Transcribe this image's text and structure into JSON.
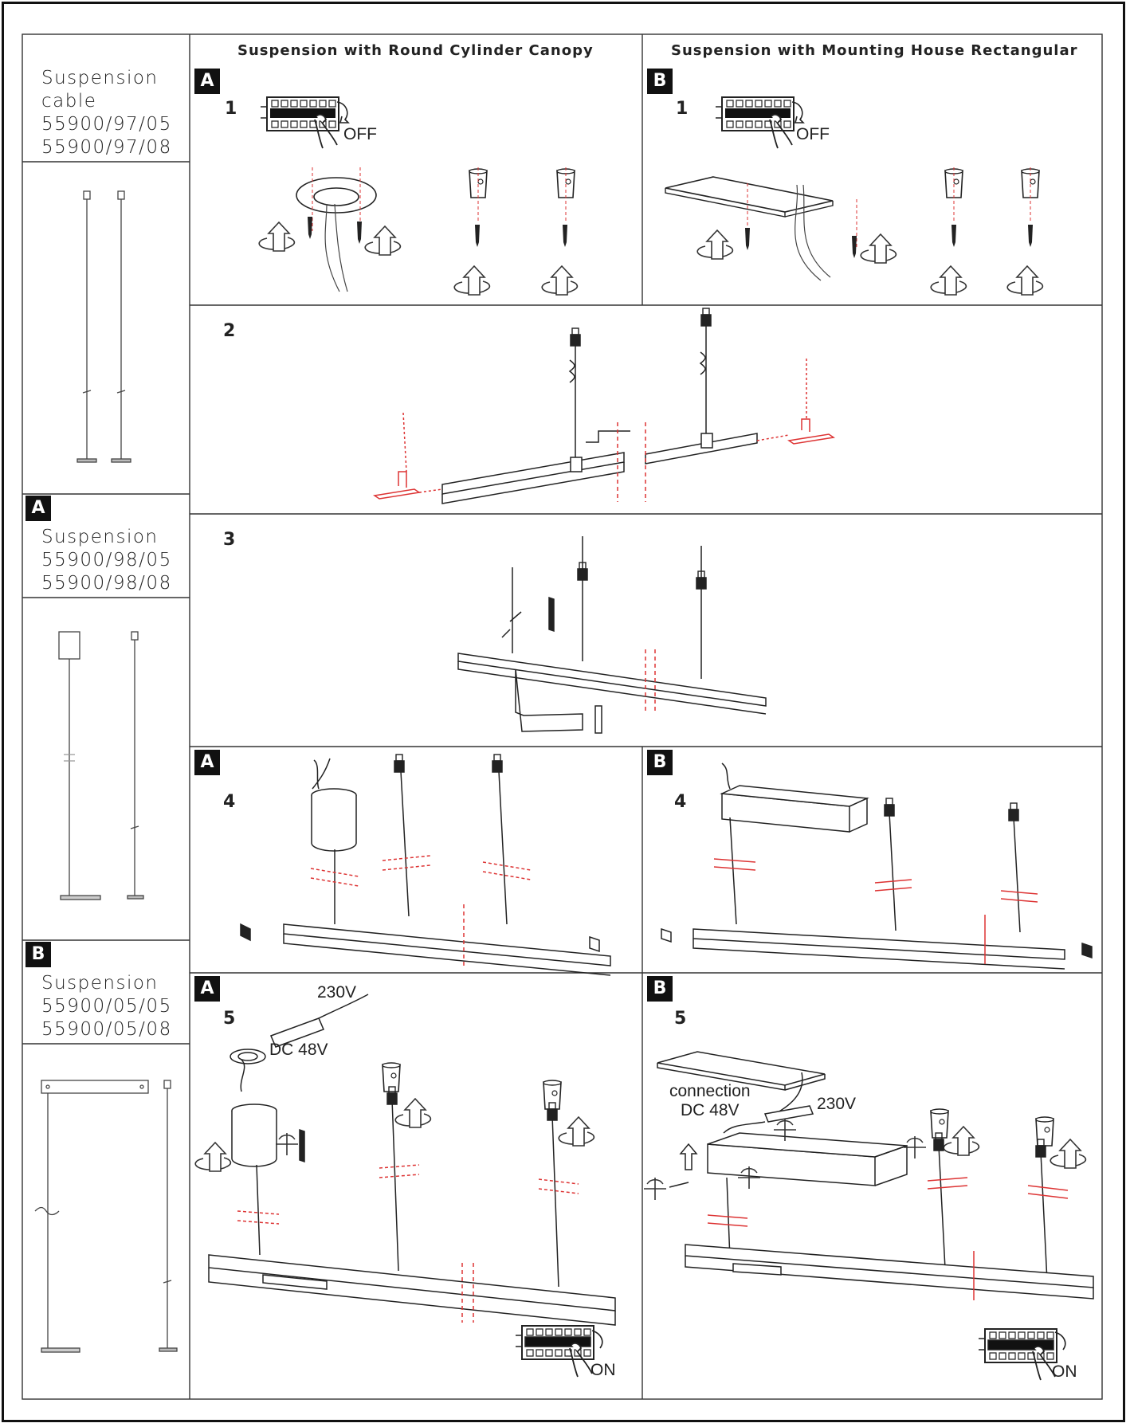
{
  "headers": {
    "col_a": "Suspension with Round Cylinder Canopy",
    "col_b": "Suspension with Mounting House Rectangular"
  },
  "sidebar": {
    "cable": {
      "title1": "Suspension",
      "title2": "cable",
      "code1": "55900/97/05",
      "code2": "55900/97/08"
    },
    "susp_a": {
      "badge": "A",
      "title": "Suspension",
      "code1": "55900/98/05",
      "code2": "55900/98/08"
    },
    "susp_b": {
      "badge": "B",
      "title": "Suspension",
      "code1": "55900/05/05",
      "code2": "55900/05/08"
    }
  },
  "badges": {
    "a": "A",
    "b": "B"
  },
  "steps": {
    "s1": "1",
    "s2": "2",
    "s3": "3",
    "s4": "4",
    "s5": "5"
  },
  "labels": {
    "off": "OFF",
    "on": "ON",
    "v230": "230V",
    "dc48": "DC 48V",
    "connection": "connection",
    "connection_dc": "DC 48V"
  }
}
